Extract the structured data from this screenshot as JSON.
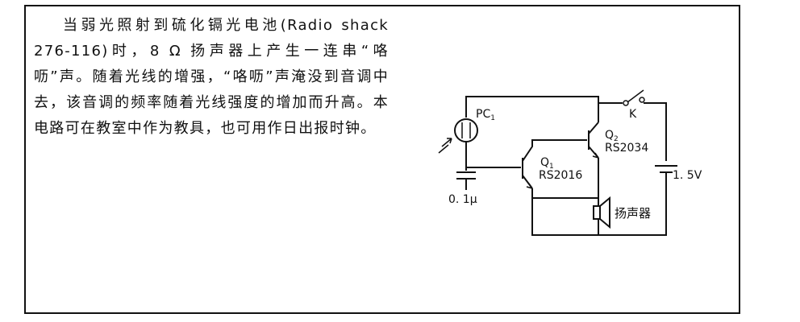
{
  "description": "当弱光照射到硫化镉光电池(Radio shack 276-116)时，8 Ω 扬声器上产生一连串“咯呖”声。随着光线的增强，“咯呖”声淹没到音调中去，该音调的频率随着光线强度的增加而升高。本电路可在教室中作为教具，也可用作日出报时钟。",
  "diagram": {
    "photocell": {
      "label": "PC",
      "subscript": "1"
    },
    "capacitor": {
      "label": "0. 1μ"
    },
    "transistor_q1": {
      "label": "Q",
      "subscript": "1",
      "part": "RS2016"
    },
    "transistor_q2": {
      "label": "Q",
      "subscript": "2",
      "part": "RS2034"
    },
    "switch": {
      "label": "K"
    },
    "battery": {
      "label": "1. 5V"
    },
    "speaker": {
      "label": "扬声器"
    }
  }
}
